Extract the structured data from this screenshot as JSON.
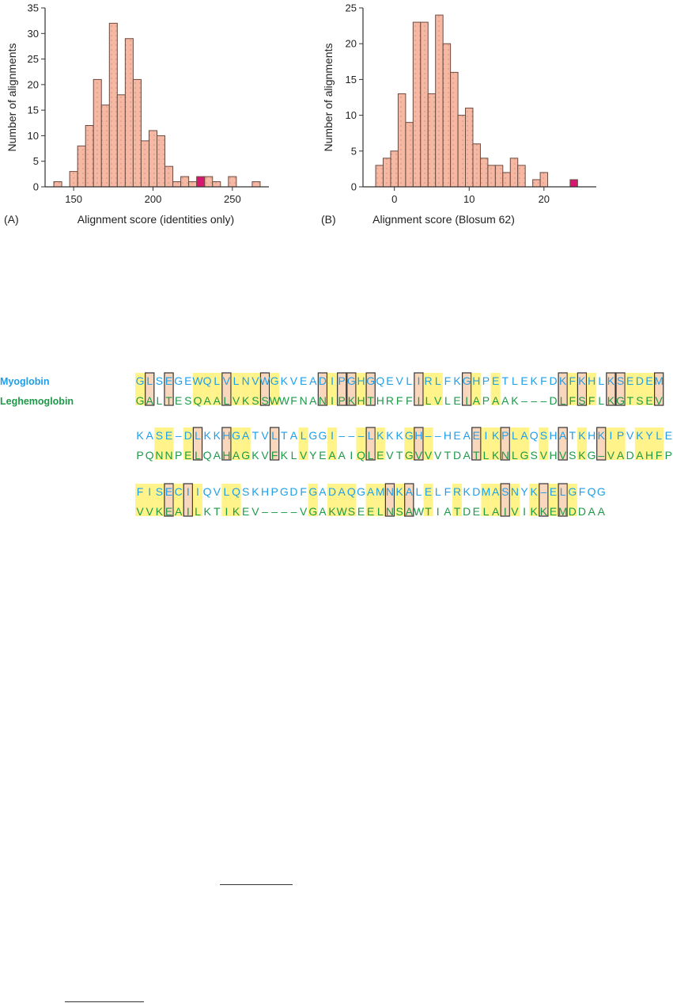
{
  "colors": {
    "bar_fill": "#f6b8a2",
    "bar_stroke": "#6b4a40",
    "bar_dots": "#b0806f",
    "highlight_bar": "#d6176f",
    "axis": "#333333",
    "myoglobin": "#1f9ee8",
    "leghemoglobin": "#1d9a48",
    "conservative_bg": "#fff38a",
    "identity_bg": "#f9d7bc",
    "identity_box": "#333333"
  },
  "icons": {
    "histogram_bar": "rect",
    "identity_marker": "boxed-rect"
  },
  "chart_data": [
    {
      "panel": "(A)",
      "type": "bar",
      "xlabel": "Alignment score (identities only)",
      "ylabel": "Number of alignments",
      "xticks": [
        150,
        200,
        250
      ],
      "yticks": [
        0,
        5,
        10,
        15,
        20,
        25,
        30,
        35
      ],
      "xlim": [
        132,
        273
      ],
      "ylim": [
        0,
        35
      ],
      "bin_width": 5,
      "bins": [
        {
          "x": 140,
          "value": 1
        },
        {
          "x": 150,
          "value": 3
        },
        {
          "x": 155,
          "value": 8
        },
        {
          "x": 160,
          "value": 12
        },
        {
          "x": 165,
          "value": 21
        },
        {
          "x": 170,
          "value": 16
        },
        {
          "x": 175,
          "value": 32
        },
        {
          "x": 180,
          "value": 18
        },
        {
          "x": 185,
          "value": 29
        },
        {
          "x": 190,
          "value": 21
        },
        {
          "x": 195,
          "value": 9
        },
        {
          "x": 200,
          "value": 11
        },
        {
          "x": 205,
          "value": 10
        },
        {
          "x": 210,
          "value": 4
        },
        {
          "x": 215,
          "value": 1
        },
        {
          "x": 220,
          "value": 2
        },
        {
          "x": 225,
          "value": 1
        },
        {
          "x": 235,
          "value": 2
        },
        {
          "x": 240,
          "value": 1
        },
        {
          "x": 250,
          "value": 2
        },
        {
          "x": 265,
          "value": 1
        }
      ],
      "real_alignment": {
        "x": 230,
        "value": 2
      }
    },
    {
      "panel": "(B)",
      "type": "bar",
      "xlabel": "Alignment score (Blosum 62)",
      "ylabel": "Number of alignments",
      "xticks": [
        0,
        10,
        20
      ],
      "yticks": [
        0,
        5,
        10,
        15,
        20,
        25
      ],
      "xlim": [
        -4.2,
        27
      ],
      "ylim": [
        0,
        25
      ],
      "bin_width": 1,
      "bins": [
        {
          "x": -2,
          "value": 3
        },
        {
          "x": -1,
          "value": 4
        },
        {
          "x": 0,
          "value": 5
        },
        {
          "x": 1,
          "value": 13
        },
        {
          "x": 2,
          "value": 9
        },
        {
          "x": 3,
          "value": 23
        },
        {
          "x": 4,
          "value": 23
        },
        {
          "x": 5,
          "value": 13
        },
        {
          "x": 6,
          "value": 24
        },
        {
          "x": 7,
          "value": 20
        },
        {
          "x": 8,
          "value": 16
        },
        {
          "x": 9,
          "value": 10
        },
        {
          "x": 10,
          "value": 11
        },
        {
          "x": 11,
          "value": 6
        },
        {
          "x": 12,
          "value": 4
        },
        {
          "x": 13,
          "value": 3
        },
        {
          "x": 14,
          "value": 3
        },
        {
          "x": 15,
          "value": 2
        },
        {
          "x": 16,
          "value": 4
        },
        {
          "x": 17,
          "value": 3
        },
        {
          "x": 19,
          "value": 1
        },
        {
          "x": 20,
          "value": 2
        }
      ],
      "real_alignment": {
        "x": 24,
        "value": 1
      }
    }
  ],
  "alignment": {
    "top_name": "Myoglobin",
    "bottom_name": "Leghemoglobin",
    "blocks": [
      {
        "top": "GLSEGEWQLVLNVWGKVEADIPGHGQEVLIRLFKGHPETLEKFDKFKHLKSEDEM",
        "bottom": "GALTESQAALVKSSWWFNANIPKHTHRFFILVLEIAPAAK---DLFSFLKGTSEV",
        "identities": [
          1,
          3,
          9,
          13,
          19,
          21,
          22,
          24,
          29,
          34,
          44,
          46,
          49,
          50,
          54
        ],
        "similar": [
          0,
          6,
          7,
          8,
          10,
          11,
          12,
          14,
          20,
          23,
          30,
          31,
          35,
          37,
          45,
          47,
          51,
          52,
          53
        ]
      },
      {
        "top": "KASE-DLKKHGATVLTALGGI---LKKKGH--HEAEIKPLAQSHATKHKIPVKYLE",
        "bottom": "PQNNPELQAHAGKVFKLVYEAAIQLEVTGVVVTDATLKNLGSVHVSKG-VADAHFP",
        "identities": [
          6,
          9,
          14,
          24,
          29,
          35,
          38,
          44,
          48
        ],
        "similar": [
          2,
          3,
          5,
          10,
          11,
          17,
          20,
          23,
          25,
          28,
          30,
          36,
          37,
          39,
          40,
          42,
          46,
          49,
          50,
          52,
          53,
          54
        ]
      },
      {
        "top": "FISECIIQVLQSKHPGDFGADAQGAMNKALELFRKDMASNYK-ELGFQG",
        "bottom": "VVKEAILKTIKEV----VGAKWSEELNSAWTIATDELAIVIKKEMDDAA",
        "identities": [
          3,
          5,
          26,
          28,
          38,
          42,
          44
        ],
        "similar": [
          0,
          1,
          2,
          4,
          6,
          9,
          10,
          18,
          20,
          21,
          22,
          24,
          25,
          27,
          30,
          33,
          36,
          37,
          39,
          41,
          43,
          45
        ]
      }
    ]
  },
  "decorations": {
    "formula_rules": 2
  }
}
